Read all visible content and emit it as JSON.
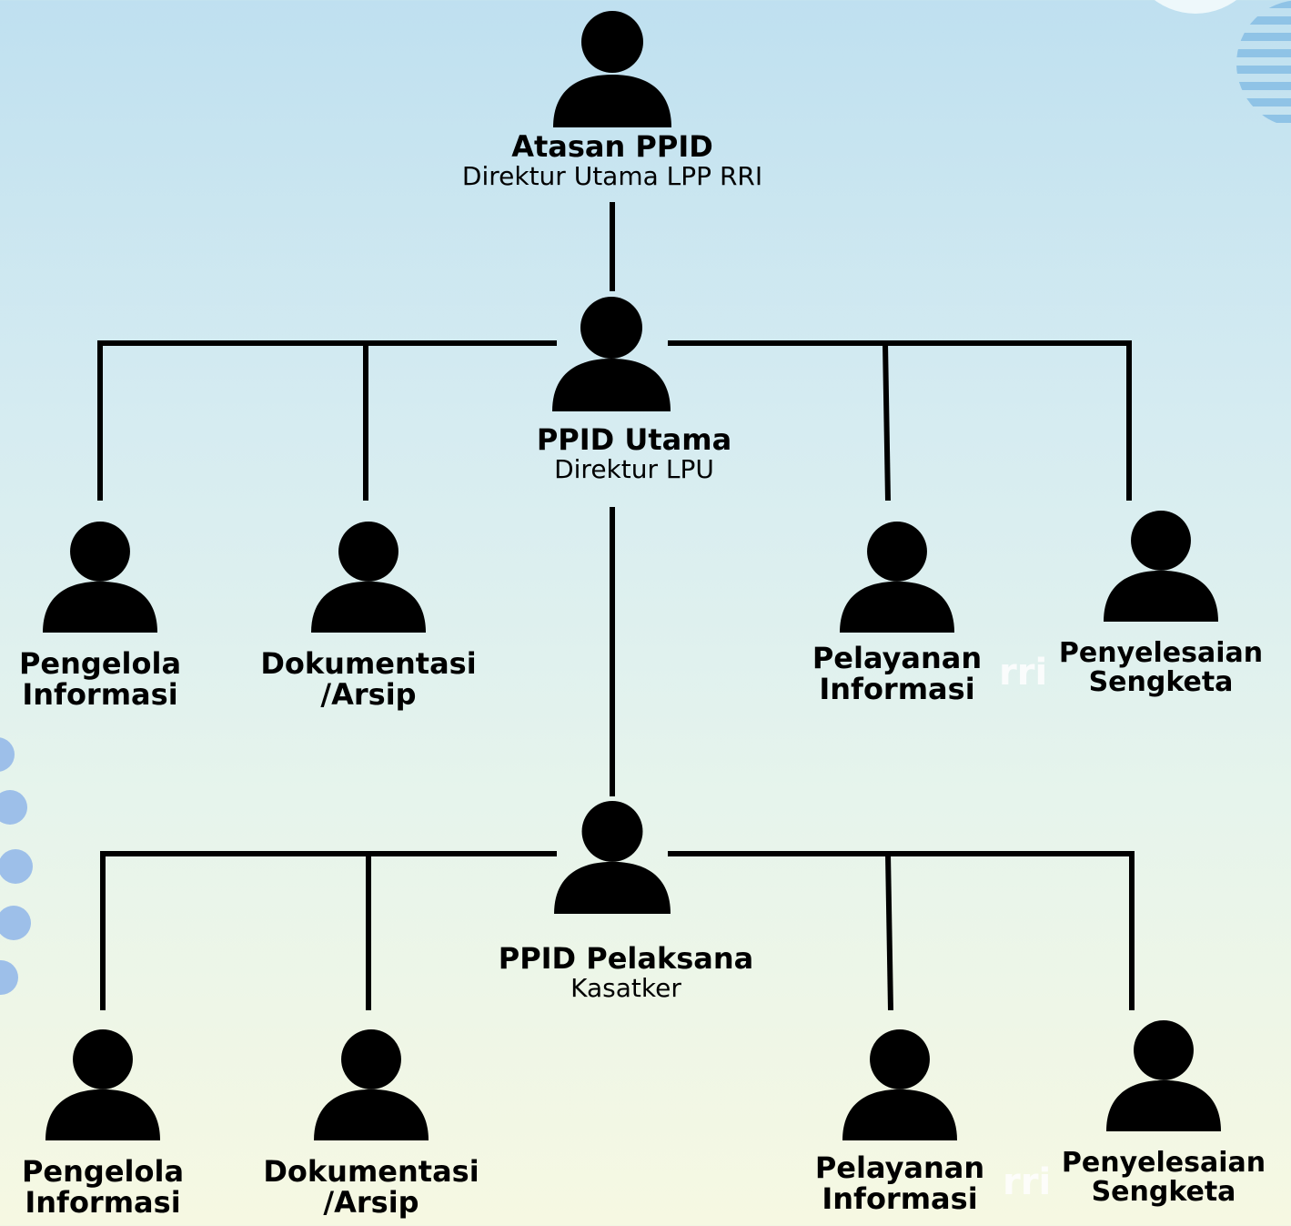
{
  "top": {
    "title": "Atasan PPID",
    "subtitle": "Direktur Utama LPP RRI"
  },
  "utama": {
    "title": "PPID Utama",
    "subtitle": "Direktur LPU",
    "children": [
      {
        "line1": "Pengelola",
        "line2": "Informasi"
      },
      {
        "line1": "Dokumentasi",
        "line2": "/Arsip"
      },
      {
        "line1": "Pelayanan",
        "line2": "Informasi"
      },
      {
        "line1": "Penyelesaian",
        "line2": "Sengketa"
      }
    ]
  },
  "pelaksana": {
    "title": "PPID Pelaksana",
    "subtitle": "Kasatker",
    "children": [
      {
        "line1": "Pengelola",
        "line2": "Informasi"
      },
      {
        "line1": "Dokumentasi",
        "line2": "/Arsip"
      },
      {
        "line1": "Pelayanan",
        "line2": "Informasi"
      },
      {
        "line1": "Penyelesaian",
        "line2": "Sengketa"
      }
    ]
  },
  "watermark": "rri",
  "icons": {
    "person": "person-icon"
  },
  "colors": {
    "lines": "#000000",
    "dots": "#9dbfe9"
  }
}
